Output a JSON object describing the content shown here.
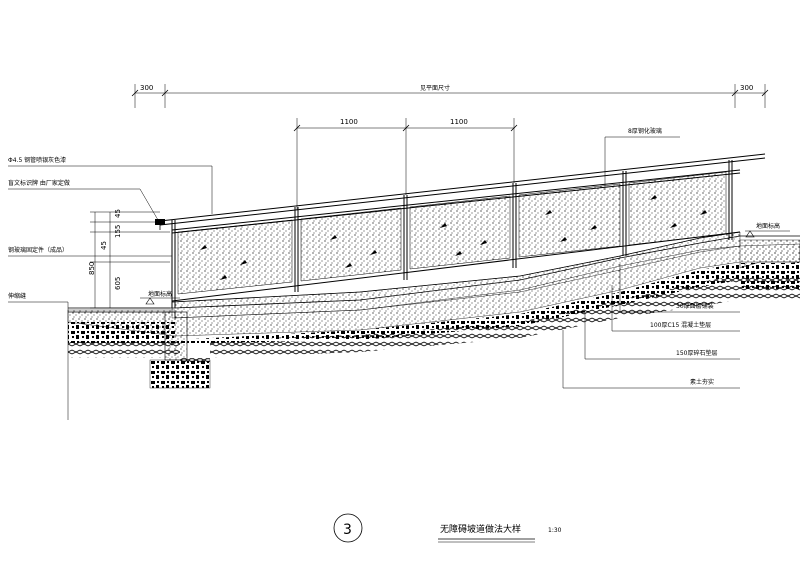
{
  "dimensions": {
    "left_offset": "300",
    "right_offset": "300",
    "span_label": "见平面尺寸",
    "bay1": "1100",
    "bay2": "1100",
    "h_top": "45",
    "h_mid1": "155",
    "h_mid2": "45",
    "h_total": "850",
    "h_lower": "605"
  },
  "labels": {
    "handrail": "Φ4.5 钢管喷银灰色漆",
    "braille_sign": "盲文标识牌 由厂家定做",
    "glass_fixing": "钢玻璃固定件（成品）",
    "expansion_joint": "伸缩缝",
    "tempered_glass": "8厚钢化玻璃",
    "ground_left": "地面标高",
    "ground_right": "地面标高",
    "layer_surface": "30厚面层铺装",
    "layer_concrete": "100厚C15 混凝土垫层",
    "layer_gravel": "150厚碎石垫层",
    "layer_soil": "素土夯实"
  },
  "title_block": {
    "number": "3",
    "title": "无障碍坡道做法大样",
    "scale": "1:30"
  }
}
